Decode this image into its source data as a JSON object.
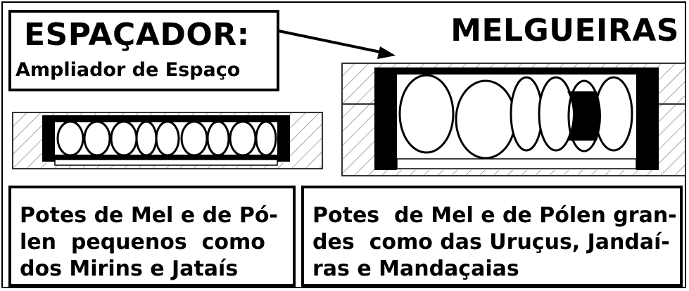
{
  "callout": {
    "title": "ESPAÇADOR:",
    "subtitle": "Ampliador de Espaço"
  },
  "heading": "MELGUEIRAS",
  "captions": {
    "left": [
      "Potes de Mel e de Pó-",
      "len  pequenos  como",
      "dos Mirins e Jataís"
    ],
    "right": [
      "Potes  de Mel e de Pólen gran-",
      "des  como das Uruçus, Jandaí-",
      "ras e Mandaçaias"
    ]
  },
  "colors": {
    "ink": "#000000",
    "paper": "#ffffff",
    "sketch": "#555555"
  }
}
